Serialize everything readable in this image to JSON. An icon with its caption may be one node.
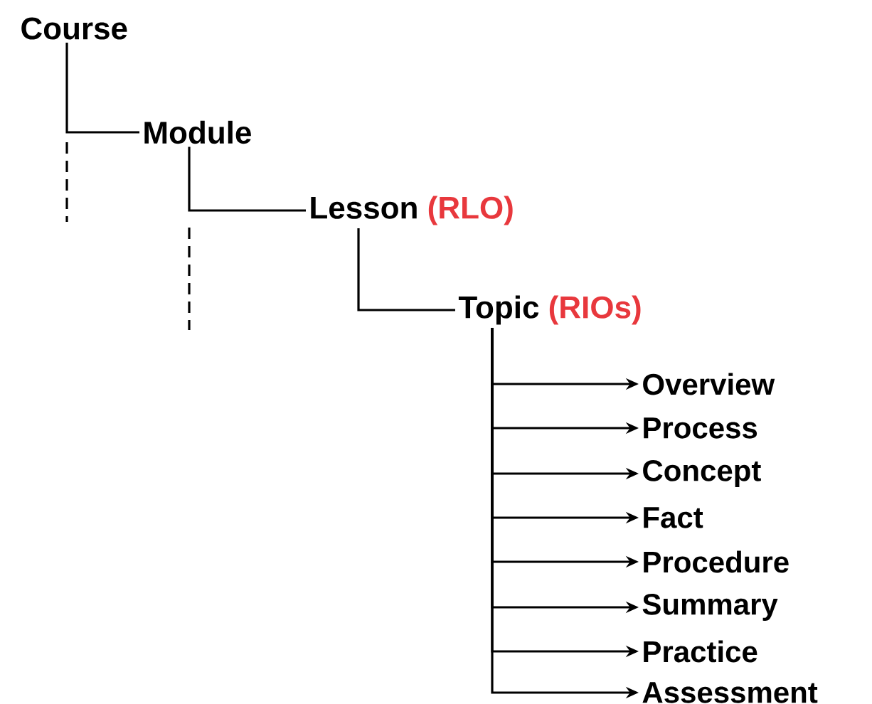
{
  "diagram": {
    "nodes": [
      {
        "text": [
          "Course"
        ]
      },
      {
        "text": [
          "Module"
        ]
      },
      {
        "text": [
          "Lesson",
          "(RLO)"
        ]
      },
      {
        "text": [
          "Topic",
          "(RIOs)"
        ]
      },
      {
        "text": [
          "Overview"
        ]
      },
      {
        "text": [
          "Process"
        ]
      },
      {
        "text": [
          "Concept"
        ]
      },
      {
        "text": [
          "Fact"
        ]
      },
      {
        "text": [
          "Procedure"
        ]
      },
      {
        "text": [
          "Summary"
        ]
      },
      {
        "text": [
          "Practice"
        ]
      },
      {
        "text": [
          "Assessment"
        ]
      }
    ],
    "edges": [
      {
        "from": 0,
        "to": 1,
        "arrow": "none"
      },
      {
        "from": 1,
        "to": 2,
        "arrow": "none"
      },
      {
        "from": 2,
        "to": 3,
        "arrow": "none"
      },
      {
        "from": 3,
        "to": 4,
        "arrow": "to"
      },
      {
        "from": 3,
        "to": 5,
        "arrow": "to"
      },
      {
        "from": 3,
        "to": 6,
        "arrow": "to"
      },
      {
        "from": 3,
        "to": 7,
        "arrow": "to"
      },
      {
        "from": 3,
        "to": 8,
        "arrow": "to"
      },
      {
        "from": 3,
        "to": 9,
        "arrow": "to"
      },
      {
        "from": 3,
        "to": 10,
        "arrow": "to"
      },
      {
        "from": 3,
        "to": 11,
        "arrow": "to"
      }
    ]
  }
}
